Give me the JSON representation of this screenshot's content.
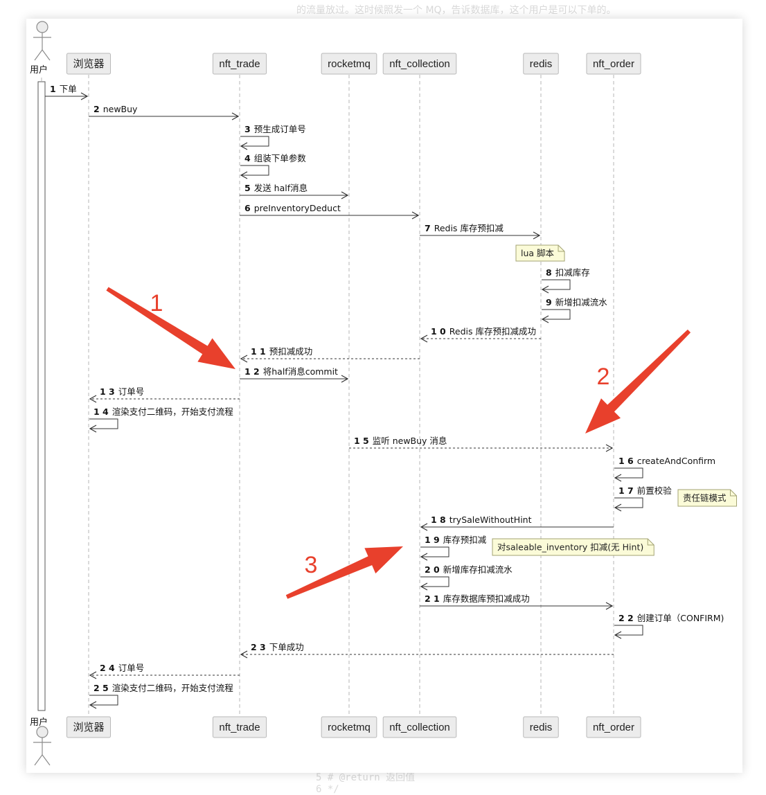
{
  "background": {
    "top_text": "的流量放过。这时候照发一个 MQ，告诉数据库，这个用户是可以下单的。",
    "bottom_lines": [
      "5    # @return 返回值",
      "6    */"
    ]
  },
  "diagram": {
    "actor": "用户",
    "participants": [
      "浏览器",
      "nft_trade",
      "rocketmq",
      "nft_collection",
      "redis",
      "nft_order"
    ],
    "messages": [
      {
        "num": "1",
        "text": "下单"
      },
      {
        "num": "2",
        "text": "newBuy"
      },
      {
        "num": "3",
        "text": "预生成订单号"
      },
      {
        "num": "4",
        "text": "组装下单参数"
      },
      {
        "num": "5",
        "text": "发送 half消息"
      },
      {
        "num": "6",
        "text": "preInventoryDeduct"
      },
      {
        "num": "7",
        "text": "Redis 库存预扣减"
      },
      {
        "num": "8",
        "text": "扣减库存"
      },
      {
        "num": "9",
        "text": "新增扣减流水"
      },
      {
        "num": "1 0",
        "text": "Redis 库存预扣减成功"
      },
      {
        "num": "1 1",
        "text": "预扣减成功"
      },
      {
        "num": "1 2",
        "text": "将half消息commit"
      },
      {
        "num": "1 3",
        "text": "订单号"
      },
      {
        "num": "1 4",
        "text": "渲染支付二维码，开始支付流程"
      },
      {
        "num": "1 5",
        "text": "监听 newBuy 消息"
      },
      {
        "num": "1 6",
        "text": "createAndConfirm"
      },
      {
        "num": "1 7",
        "text": "前置校验"
      },
      {
        "num": "1 8",
        "text": "trySaleWithoutHint"
      },
      {
        "num": "1 9",
        "text": "库存预扣减"
      },
      {
        "num": "2 0",
        "text": "新增库存扣减流水"
      },
      {
        "num": "2 1",
        "text": "库存数据库预扣减成功"
      },
      {
        "num": "2 2",
        "text": "创建订单（CONFIRM)"
      },
      {
        "num": "2 3",
        "text": "下单成功"
      },
      {
        "num": "2 4",
        "text": "订单号"
      },
      {
        "num": "2 5",
        "text": "渲染支付二维码，开始支付流程"
      }
    ],
    "notes": [
      "lua 脚本",
      "责任链模式",
      "对saleable_inventory 扣减(无 Hint)"
    ]
  },
  "annotations": [
    "1",
    "2",
    "3"
  ],
  "colors": {
    "annotation_red": "#e8402c",
    "participant_fill": "#ececec",
    "note_fill": "#fbfbd8"
  }
}
